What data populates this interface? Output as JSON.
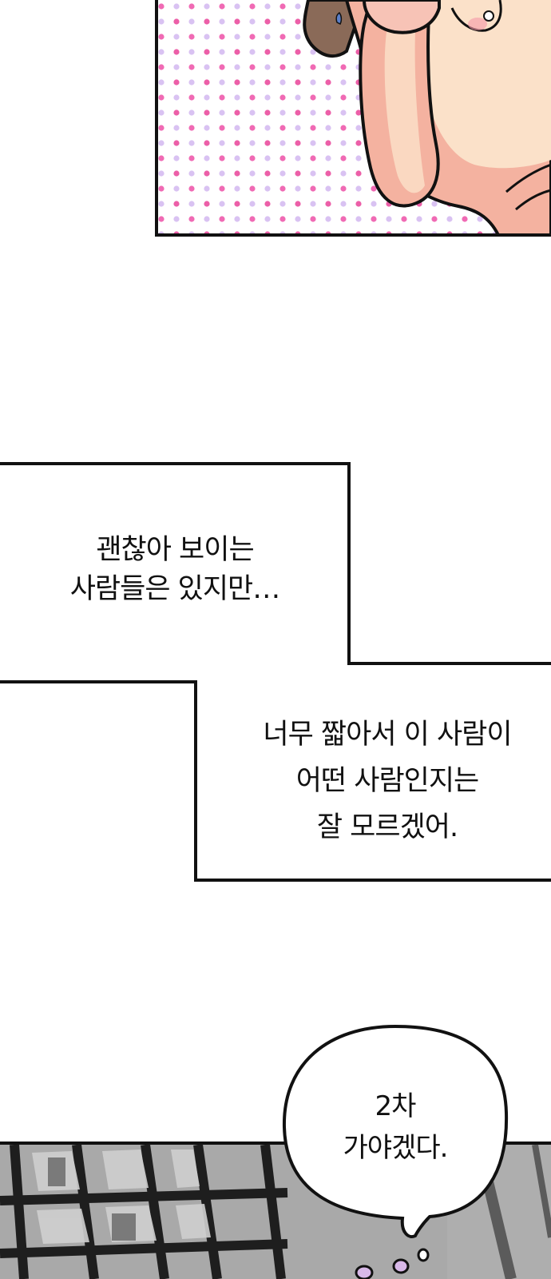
{
  "page": {
    "background": "#ffffff",
    "ink": "#111111"
  },
  "top_panel": {
    "dot_colors": [
      "#f06ab4",
      "#d9c2f2",
      "#ec5fa8"
    ],
    "hair_color": "#8a6a58",
    "skin_color": "#f4b2a0",
    "skin_light": "#fbe1c9"
  },
  "caption_1": {
    "lines": [
      "괜찮아 보이는",
      "사람들은 있지만…"
    ]
  },
  "caption_2": {
    "lines": [
      "너무 짧아서 이 사람이",
      "어떤 사람인지는",
      "잘 모르겠어."
    ]
  },
  "speech_bubble": {
    "lines": [
      "2차",
      "가야겠다."
    ]
  },
  "bottom_panel": {
    "background": "#a9a9a9",
    "frame_color": "#1e1e1e",
    "tail_bubble_color": "#d8b8e8"
  }
}
